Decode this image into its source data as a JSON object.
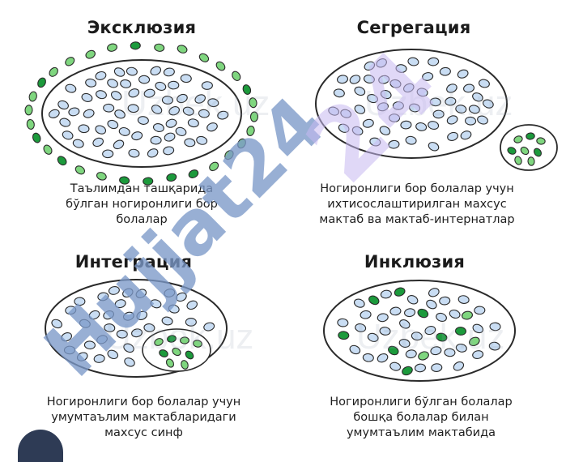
{
  "panels": [
    {
      "title": "Эксклюзия",
      "caption": [
        "Таълимдан ташқарида",
        "бўлган ногиронлиги бор",
        "болалар"
      ]
    },
    {
      "title": "Сегрегация",
      "caption": [
        "Ногиронлиги бор болалар учун",
        "ихтисослаштирилган махсус",
        "мактаб ва мактаб-интернатлар"
      ]
    },
    {
      "title": "Интеграция",
      "caption": [
        "Ногиронлиги бор болалар учун",
        "умумтаълим мактабларидаги",
        "махсус синф"
      ]
    },
    {
      "title": "Инклюзия",
      "caption": [
        "Ногиронлиги бўлган болалар",
        "бошқа болалар билан",
        "умумтаълим мактабида"
      ]
    }
  ],
  "watermark": {
    "main": "Hujjat24",
    "faint": "Uzbek.uz"
  },
  "colors": {
    "dot_blue": "#c9ddf3",
    "dot_green_light": "#7fd67f",
    "dot_green_dark": "#1c9a3c",
    "watermark_blue": "#7b98c8",
    "watermark_purple": "#c7b8f0",
    "outline": "#2a2a2a"
  }
}
